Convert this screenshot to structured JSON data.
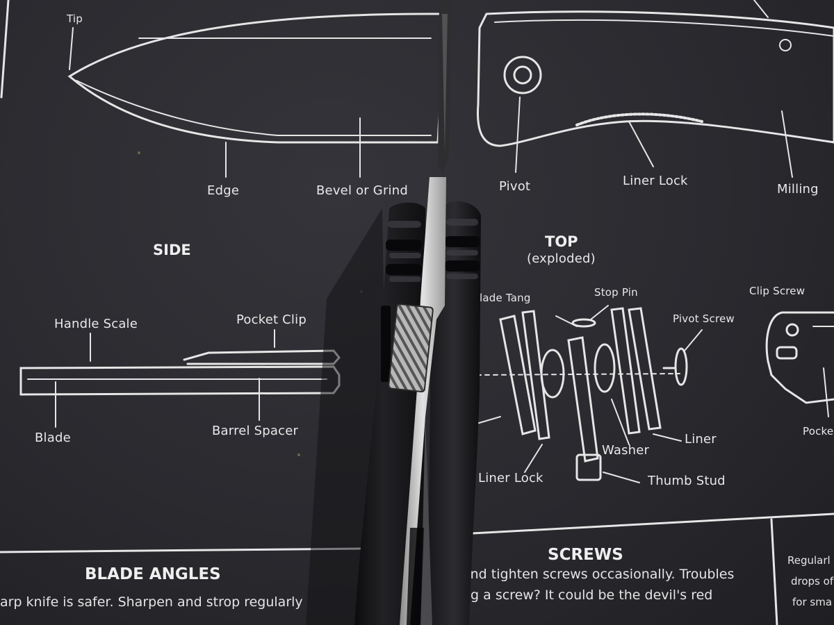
{
  "labels": {
    "tip": "Tip",
    "edge": "Edge",
    "bevel": "Bevel or Grind",
    "pivot": "Pivot",
    "liner_lock_top": "Liner Lock",
    "milling": "Milling",
    "side": "SIDE",
    "top": "TOP",
    "exploded": "(exploded)",
    "handle_scale": "Handle Scale",
    "pocket_clip": "Pocket Clip",
    "blade": "Blade",
    "barrel_spacer": "Barrel Spacer",
    "blade_tang": "lade Tang",
    "stop_pin": "Stop Pin",
    "pivot_screw": "Pivot Screw",
    "clip_screw": "Clip Screw",
    "washer": "Washer",
    "liner": "Liner",
    "liner_lock": "Liner Lock",
    "thumb_stud": "Thumb Stud",
    "pocke": "Pocke"
  },
  "sections": {
    "blade_angles": {
      "heading": "BLADE ANGLES",
      "text": "arp knife is safer. Sharpen and strop regularly"
    },
    "screws": {
      "heading": "SCREWS",
      "line1": "and tighten screws occasionally. Troubles",
      "line2": "ng a screw? It could be the devil's red"
    },
    "regular": {
      "line1": "Regularl",
      "line2": "drops of",
      "line3": "for sma"
    }
  },
  "colors": {
    "mat": "#2a2a2f",
    "line": "#e6e6e6",
    "handle": "#141416",
    "blade": "#c9c9c9"
  }
}
